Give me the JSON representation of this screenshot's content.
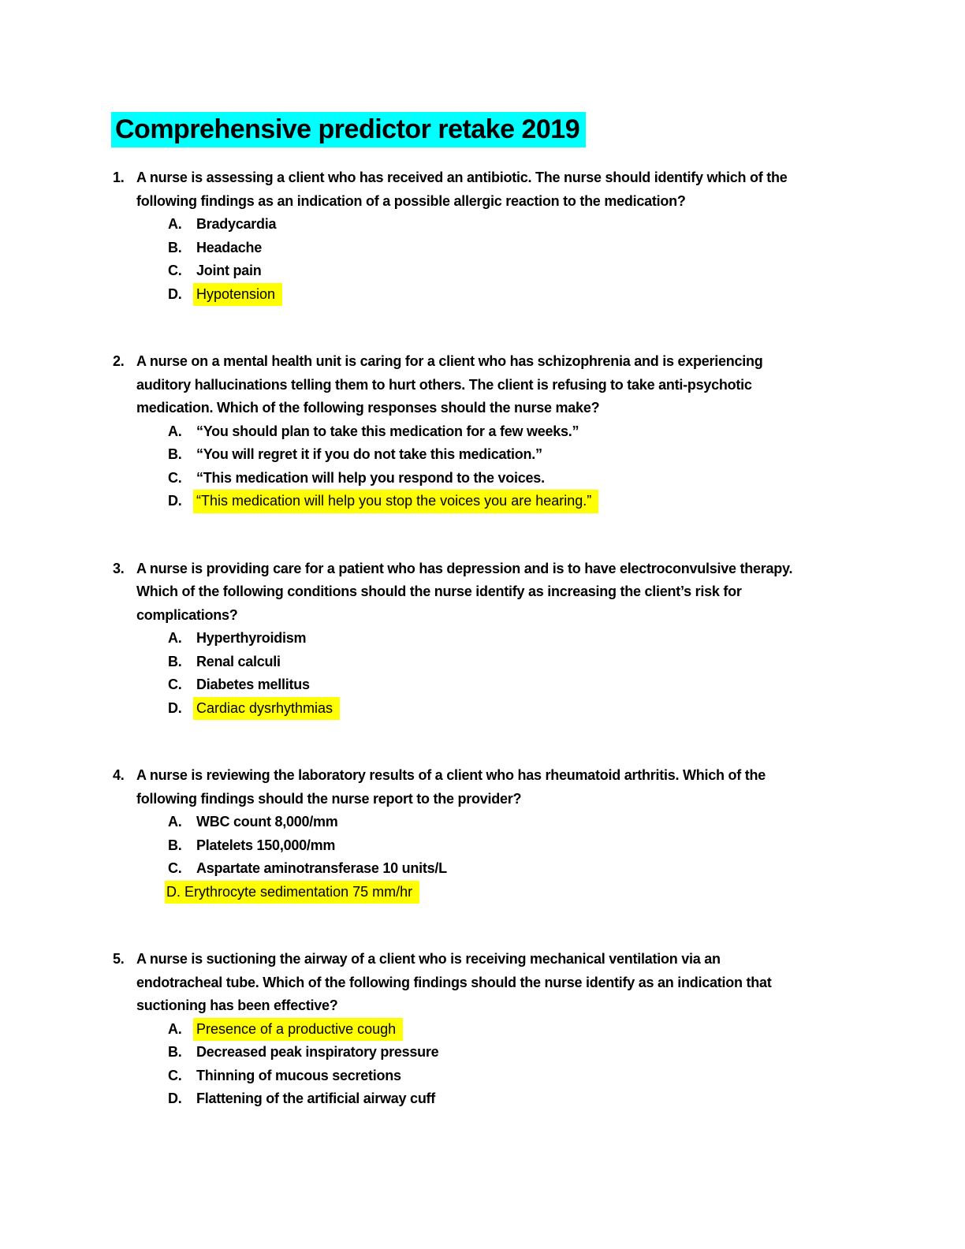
{
  "title": {
    "text": "Comprehensive predictor retake 2019"
  },
  "highlight_colors": {
    "title": "#00ffff",
    "answer": "#ffff00"
  },
  "questions": [
    {
      "number": "1.",
      "lines": [
        "A nurse is assessing a client who has received an antibiotic. The nurse should identify which of the",
        "following findings as an indication of a possible allergic reaction to the medication?"
      ],
      "options": [
        {
          "letter": "A.",
          "text": "Bradycardia",
          "highlighted": false
        },
        {
          "letter": "B.",
          "text": "Headache",
          "highlighted": false
        },
        {
          "letter": "C.",
          "text": "Joint pain",
          "highlighted": false
        },
        {
          "letter": "D.",
          "text": "Hypotension",
          "highlighted": true
        }
      ]
    },
    {
      "number": "2.",
      "lines": [
        "A nurse on a mental health unit is caring for a client who has schizophrenia and is experiencing",
        "auditory hallucinations telling them to hurt others. The client is refusing to take anti-psychotic",
        "medication. Which of the following responses should the nurse make?"
      ],
      "options": [
        {
          "letter": "A.",
          "text": "“You should plan to take this medication for a few weeks.”",
          "highlighted": false
        },
        {
          "letter": "B.",
          "text": "“You will regret it if you do not take this medication.”",
          "highlighted": false
        },
        {
          "letter": "C.",
          "text": "“This medication will help you respond to the voices.",
          "highlighted": false
        },
        {
          "letter": "D.",
          "text": "“This medication will help you stop the voices you are hearing.”",
          "highlighted": true
        }
      ]
    },
    {
      "number": "3.",
      "lines": [
        "A nurse is providing care for a patient who has depression and is to have electroconvulsive therapy.",
        "Which of the following conditions should the nurse identify as increasing the client’s risk for",
        "complications?"
      ],
      "options": [
        {
          "letter": "A.",
          "text": "Hyperthyroidism",
          "highlighted": false
        },
        {
          "letter": "B.",
          "text": "Renal calculi",
          "highlighted": false
        },
        {
          "letter": "C.",
          "text": "Diabetes mellitus",
          "highlighted": false
        },
        {
          "letter": "D.",
          "text": "Cardiac dysrhythmias",
          "highlighted": true
        }
      ]
    },
    {
      "number": "4.",
      "lines": [
        "A nurse is reviewing the laboratory results of a client who has rheumatoid arthritis. Which of the",
        "following findings should the nurse report to the provider?"
      ],
      "options": [
        {
          "letter": "A.",
          "text": "WBC count 8,000/mm",
          "highlighted": false
        },
        {
          "letter": "B.",
          "text": "Platelets 150,000/mm",
          "highlighted": false
        },
        {
          "letter": "C.",
          "text": "Aspartate aminotransferase 10 units/L",
          "highlighted": false
        },
        {
          "letter": "D.",
          "text": "Erythrocyte sedimentation 75 mm/hr",
          "highlighted": true,
          "label_inside_highlight": true
        }
      ]
    },
    {
      "number": "5.",
      "lines": [
        "A nurse is suctioning the airway of a client who is receiving mechanical ventilation via an",
        "endotracheal tube. Which of the following findings should the nurse identify as an indication that",
        "suctioning has been effective?"
      ],
      "options": [
        {
          "letter": "A.",
          "text": "Presence of a productive cough",
          "highlighted": true
        },
        {
          "letter": "B.",
          "text": "Decreased peak inspiratory pressure",
          "highlighted": false
        },
        {
          "letter": "C.",
          "text": "Thinning of mucous secretions",
          "highlighted": false
        },
        {
          "letter": "D.",
          "text": "Flattening of the artificial airway cuff",
          "highlighted": false
        }
      ]
    }
  ]
}
